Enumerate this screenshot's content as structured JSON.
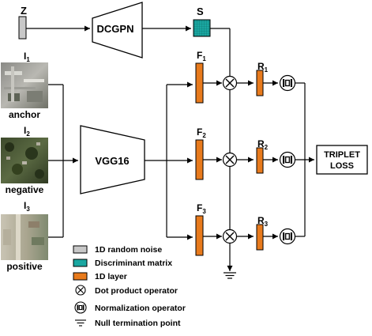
{
  "labels": {
    "z": "Z",
    "dcgpn": "DCGPN",
    "s": "S",
    "vgg": "VGG16",
    "loss_line1": "TRIPLET",
    "loss_line2": "LOSS"
  },
  "inputs": [
    {
      "id": "I",
      "sub": "1",
      "caption": "anchor"
    },
    {
      "id": "I",
      "sub": "2",
      "caption": "negative"
    },
    {
      "id": "I",
      "sub": "3",
      "caption": "positive"
    }
  ],
  "branches": [
    {
      "f": "F",
      "f_sub": "1",
      "r": "R",
      "r_sub": "1"
    },
    {
      "f": "F",
      "f_sub": "2",
      "r": "R",
      "r_sub": "2"
    },
    {
      "f": "F",
      "f_sub": "3",
      "r": "R",
      "r_sub": "3"
    }
  ],
  "legend": [
    {
      "icon": "gray-box",
      "text": "1D random noise"
    },
    {
      "icon": "teal-box",
      "text": "Discriminant matrix"
    },
    {
      "icon": "orange-box",
      "text": "1D layer"
    },
    {
      "icon": "dot-product-icon",
      "text": "Dot product operator"
    },
    {
      "icon": "normalization-icon",
      "text": "Normalization operator"
    },
    {
      "icon": "null-termination-icon",
      "text": "Null termination point"
    }
  ],
  "colors": {
    "noise": "#c8c8c8",
    "matrix": "#1aa7a1",
    "layer": "#e87a1c"
  }
}
